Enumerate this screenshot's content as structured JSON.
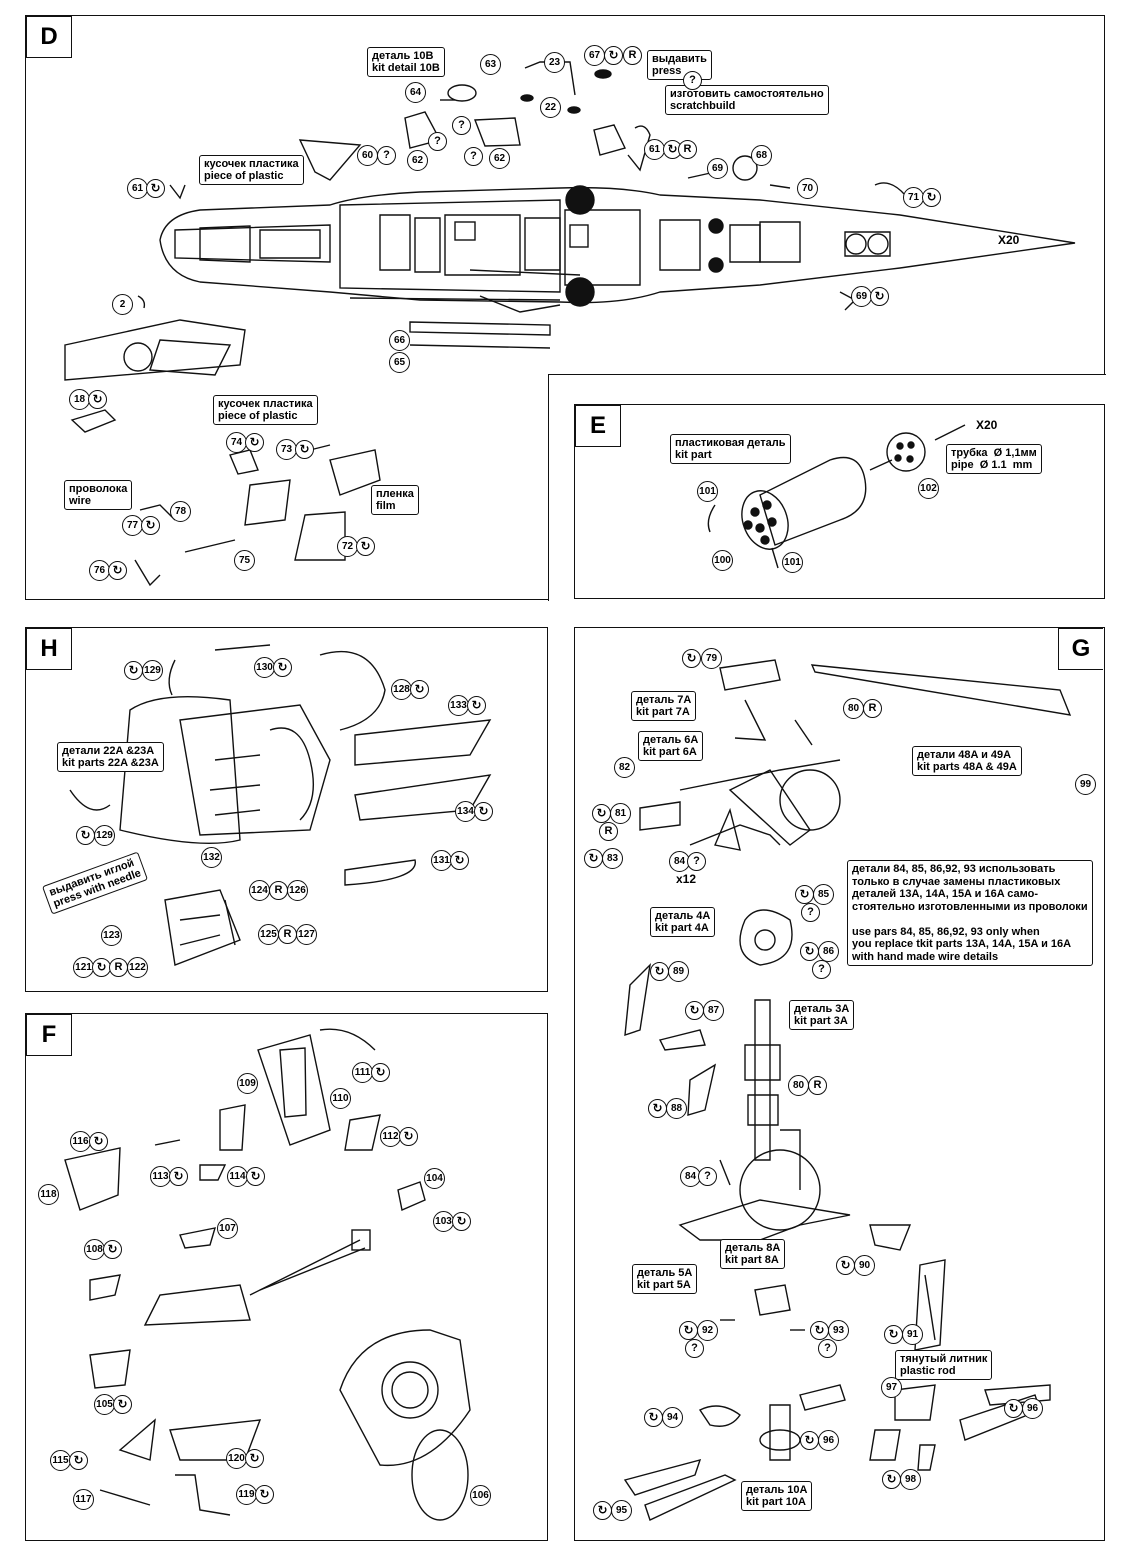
{
  "panels": {
    "D": {
      "tag": "D"
    },
    "E": {
      "tag": "E"
    },
    "H": {
      "tag": "H"
    },
    "F": {
      "tag": "F"
    },
    "G": {
      "tag": "G"
    }
  },
  "symbols": {
    "rotate": "↻",
    "question": "?",
    "replace": "R"
  },
  "D": {
    "label_detail10b": "деталь 10B\nkit detail 10B",
    "label_press": "выдавить\npress",
    "label_scratch": "изготовить самостоятельно\nscratchbuild",
    "label_plastic1": "кусочек пластика\npiece of plastic",
    "label_plastic2": "кусочек пластика\npiece of plastic",
    "label_wire": "проволока\nwire",
    "label_film": "пленка\nfilm",
    "x20": "X20",
    "parts": [
      "63",
      "64",
      "23",
      "22",
      "67",
      "60",
      "62",
      "62",
      "61",
      "61",
      "69",
      "68",
      "70",
      "71",
      "69",
      "66",
      "65",
      "2",
      "18",
      "74",
      "73",
      "78",
      "77",
      "76",
      "75",
      "72"
    ]
  },
  "E": {
    "label_kitpart": "пластиковая деталь\nkit part",
    "label_pipe": "трубка  Ø 1,1мм\npipe  Ø 1.1  mm",
    "x20": "X20",
    "parts": [
      "101",
      "102",
      "100",
      "101"
    ]
  },
  "H": {
    "label_kitparts": "детали 22A &23A\nkit parts 22A &23A",
    "label_needle": "выдавить иглой\npress with needle",
    "parts": [
      "129",
      "130",
      "128",
      "133",
      "129",
      "134",
      "131",
      "132",
      "124",
      "126",
      "123",
      "125",
      "127",
      "121",
      "122"
    ]
  },
  "F": {
    "parts": [
      "109",
      "110",
      "111",
      "112",
      "116",
      "118",
      "113",
      "114",
      "104",
      "103",
      "107",
      "108",
      "105",
      "115",
      "117",
      "120",
      "119",
      "106"
    ]
  },
  "G": {
    "label_7a": "деталь 7A\nkit part 7A",
    "label_6a": "деталь 6A\nkit part 6A",
    "label_48a": "детали 48A и 49A\nkit parts 48A & 49A",
    "note": "детали 84, 85, 86,92, 93 использовать\nтолько в случае замены пластиковых\nдеталей 13A, 14A, 15A и 16A само-\nстоятельно изготовленными из проволоки\n\nuse pars 84, 85, 86,92, 93 only when\nyou replace tkit parts 13A, 14A, 15A и 16A\nwith hand made wire details",
    "label_4a": "деталь 4A\nkit part 4A",
    "label_3a": "деталь 3A\nkit part 3A",
    "label_8a": "деталь 8A\nkit part 8A",
    "label_5a": "деталь 5A\nkit part 5A",
    "label_rod": "тянутый литник\nplastic rod",
    "label_10a": "деталь 10A\nkit part 10A",
    "x12": "x12",
    "parts": [
      "79",
      "80",
      "82",
      "81",
      "83",
      "84",
      "99",
      "85",
      "86",
      "89",
      "87",
      "88",
      "80",
      "84",
      "90",
      "92",
      "93",
      "91",
      "97",
      "94",
      "96",
      "96",
      "98",
      "95"
    ]
  }
}
